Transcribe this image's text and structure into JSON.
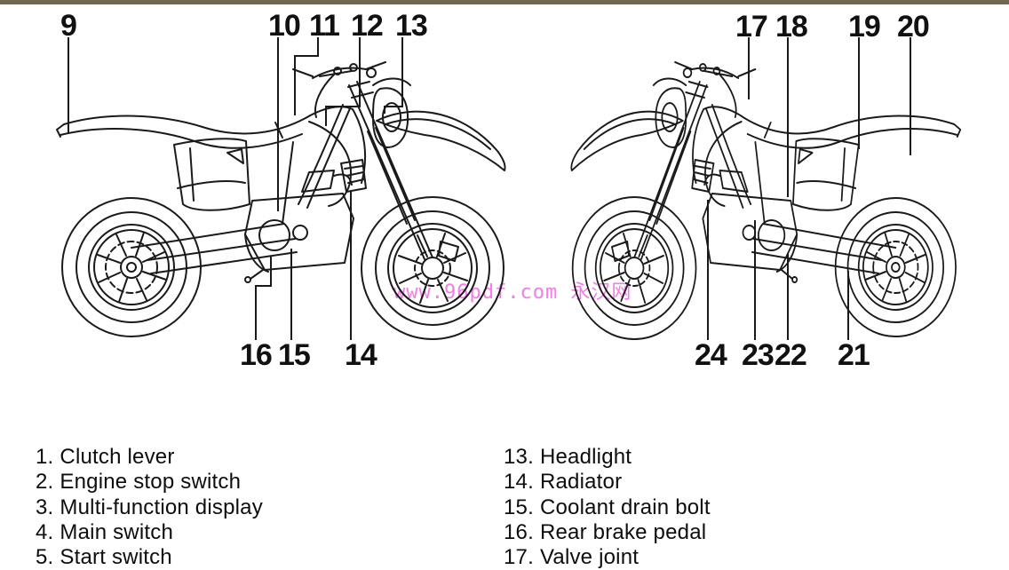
{
  "page": {
    "top_bar_color": "#6f6752",
    "background_color": "#ffffff",
    "line_art_color": "#1a1a1a"
  },
  "watermark": {
    "text": "www.96pdf.com 永汉网",
    "color": "#f77be8"
  },
  "diagrams": {
    "left_bike": {
      "description": "motorcycle left-side view line drawing",
      "callouts_top": [
        "9",
        "10",
        "11",
        "12",
        "13"
      ],
      "callouts_bottom": [
        "16",
        "15",
        "14"
      ]
    },
    "right_bike": {
      "description": "motorcycle right-side view line drawing",
      "callouts_top": [
        "17",
        "18",
        "19",
        "20"
      ],
      "callouts_bottom": [
        "24",
        "23",
        "22",
        "21"
      ]
    }
  },
  "parts_list": {
    "left_column": [
      {
        "num": "1.",
        "label": "Clutch lever"
      },
      {
        "num": "2.",
        "label": "Engine stop switch"
      },
      {
        "num": "3.",
        "label": "Multi-function display"
      },
      {
        "num": "4.",
        "label": "Main switch"
      },
      {
        "num": "5.",
        "label": "Start switch"
      }
    ],
    "right_column": [
      {
        "num": "13.",
        "label": "Headlight"
      },
      {
        "num": "14.",
        "label": "Radiator"
      },
      {
        "num": "15.",
        "label": "Coolant drain bolt"
      },
      {
        "num": "16.",
        "label": "Rear brake pedal"
      },
      {
        "num": "17.",
        "label": "Valve joint"
      }
    ]
  }
}
